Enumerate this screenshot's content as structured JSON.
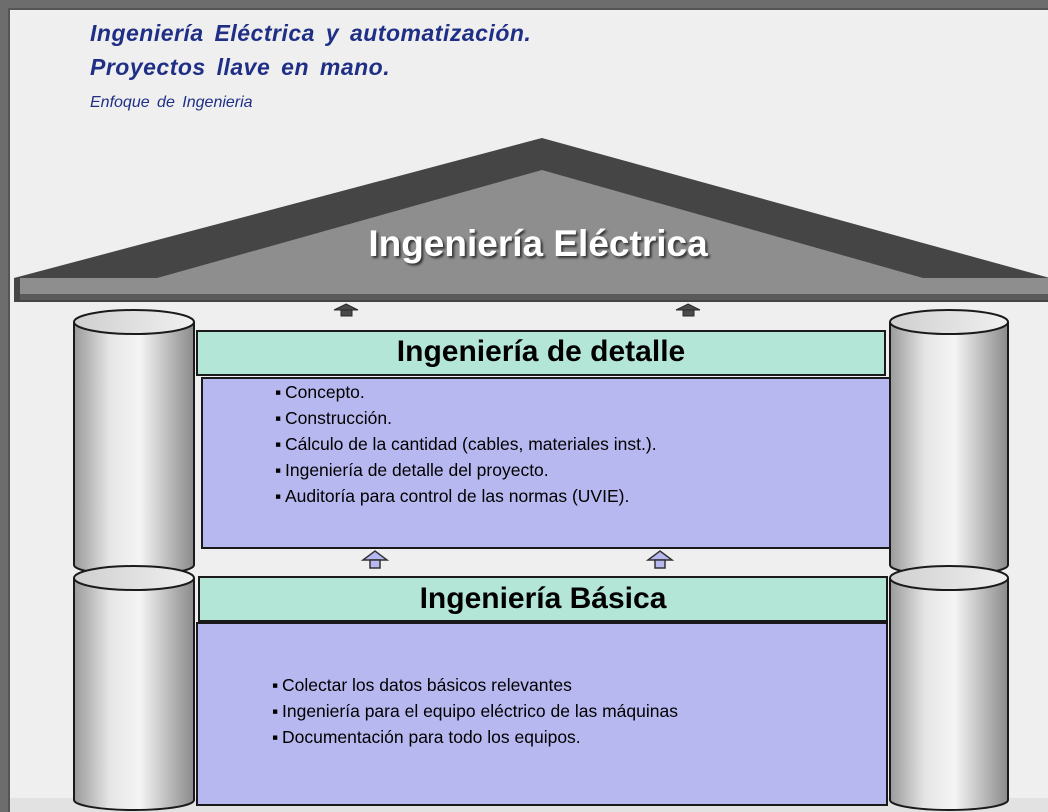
{
  "header": {
    "title_line1": "Ingeniería  Eléctrica  y automatización.",
    "title_line2": "Proyectos  llave  en mano.",
    "subtitle": "Enfoque  de Ingenieria"
  },
  "roof": {
    "label": "Ingeniería Eléctrica"
  },
  "detalle": {
    "heading": "Ingeniería de detalle",
    "items": [
      "Concepto.",
      "Construcción.",
      "Cálculo de la cantidad (cables, materiales inst.).",
      "Ingeniería  de detalle  del proyecto.",
      "Auditoría para  control de las normas (UVIE)."
    ]
  },
  "basica": {
    "heading": "Ingeniería Básica",
    "items": [
      "Colectar los datos básicos relevantes",
      "Ingeniería  para el equipo eléctrico de las máquinas",
      "Documentación para todo los equipos."
    ]
  },
  "colors": {
    "title_blue": "#1f2f86",
    "band_fill": "#b4e6d8",
    "panel_fill": "#b8b8f0",
    "roof_dark": "#454545",
    "roof_light": "#8e8e8e",
    "column_gray": "#c8c8c8"
  }
}
